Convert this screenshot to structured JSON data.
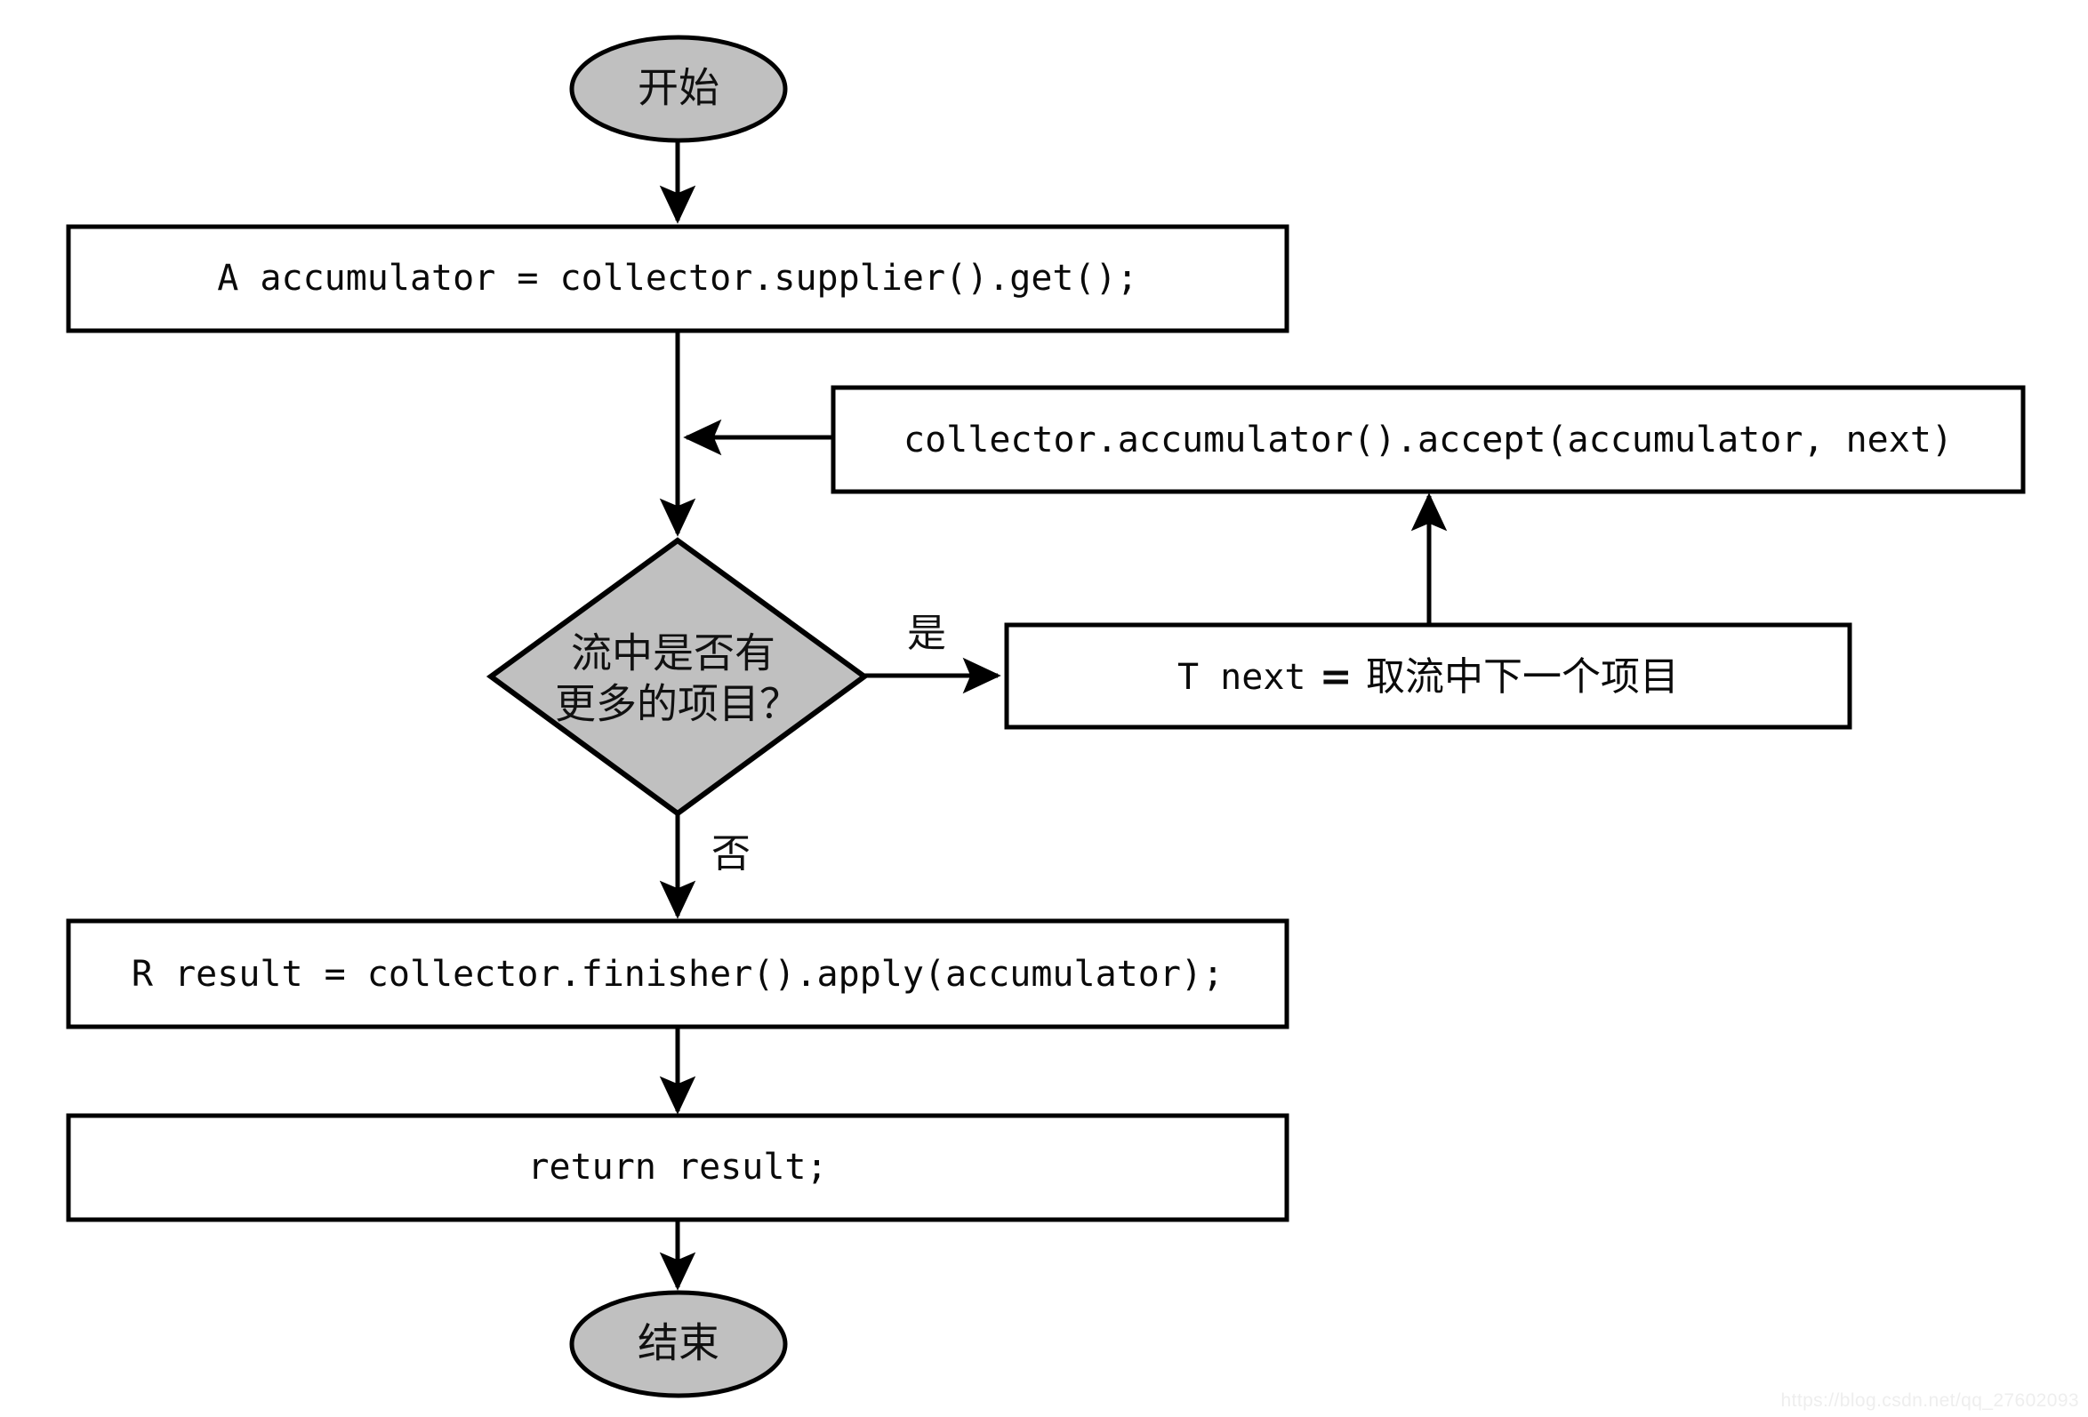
{
  "diagram": {
    "title": "Stream collect flowchart",
    "colors": {
      "terminal_fill": "#c0c0c0",
      "decision_fill": "#c0c0c0",
      "process_fill": "#ffffff",
      "stroke": "#000000",
      "text": "#000000",
      "background": "#ffffff",
      "watermark": "#eeeeee"
    },
    "nodes": {
      "start": {
        "label": "开始",
        "shape": "ellipse"
      },
      "supplier": {
        "label": "A accumulator = collector.supplier().get();",
        "shape": "process"
      },
      "accept": {
        "label": "collector.accumulator().accept(accumulator, next)",
        "shape": "process"
      },
      "decision": {
        "line1": "流中是否有",
        "line2": "更多的项目？",
        "shape": "decision"
      },
      "next_item": {
        "label_code": "T next",
        "label_eq": " = ",
        "label_cjk": "取流中下一个项目",
        "shape": "process"
      },
      "finisher": {
        "label": "R result = collector.finisher().apply(accumulator);",
        "shape": "process"
      },
      "return": {
        "label": "return result;",
        "shape": "process"
      },
      "end": {
        "label": "结束",
        "shape": "ellipse"
      }
    },
    "edge_labels": {
      "yes": "是",
      "no": "否"
    },
    "watermark": "https://blog.csdn.net/qq_27602093"
  }
}
